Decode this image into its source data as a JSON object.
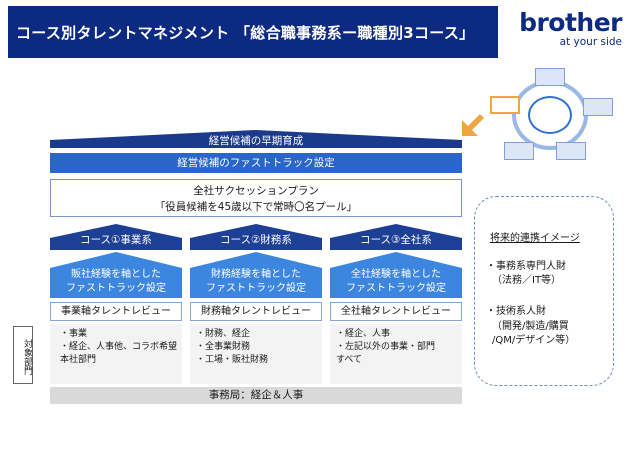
{
  "header": {
    "title": "コース別タレントマネジメント 「総合職事務系ー職種別3コース」",
    "logo_brand": "brother",
    "logo_tagline": "at your side"
  },
  "pyramid": {
    "top_label": "経営候補の早期育成",
    "fast_track_label": "経営候補のファストトラック設定",
    "succession_line1": "全社サクセッションプラン",
    "succession_line2": "「役員候補を45歳以下で常時〇名プール」"
  },
  "courses": [
    {
      "head": "コース①事業系",
      "body_line1": "販社経験を軸とした",
      "body_line2": "ファストトラック設定",
      "review": "事業軸タレントレビュー",
      "targets": [
        "・事業",
        "・経企、人事他、コラボ希望",
        "本社部門"
      ]
    },
    {
      "head": "コース②財務系",
      "body_line1": "財務経験を軸とした",
      "body_line2": "ファストトラック設定",
      "review": "財務軸タレントレビュー",
      "targets": [
        "・財務、経企",
        "・全事業財務",
        "・工場・販社財務"
      ]
    },
    {
      "head": "コース③全社系",
      "body_line1": "全社経験を軸とした",
      "body_line2": "ファストトラック設定",
      "review": "全社軸タレントレビュー",
      "targets": [
        "・経企、人事",
        "・左記以外の事業・部門",
        "すべて"
      ]
    }
  ],
  "side_label": "対象部門",
  "secretariat": "事務局：経企＆人事",
  "future": {
    "title": "将来的連携イメージ",
    "lines": [
      "・事務系専門人財",
      "（法務／IT等）",
      "・技術系人財",
      "（開発/製造/購買",
      "/QM/デザイン等）"
    ]
  },
  "colors": {
    "navy": "#0d2a82",
    "blue": "#2a66c9",
    "dark_blue": "#1e3f96",
    "light_blue": "#3d86e0",
    "accent_arrow": "#f0a640"
  }
}
